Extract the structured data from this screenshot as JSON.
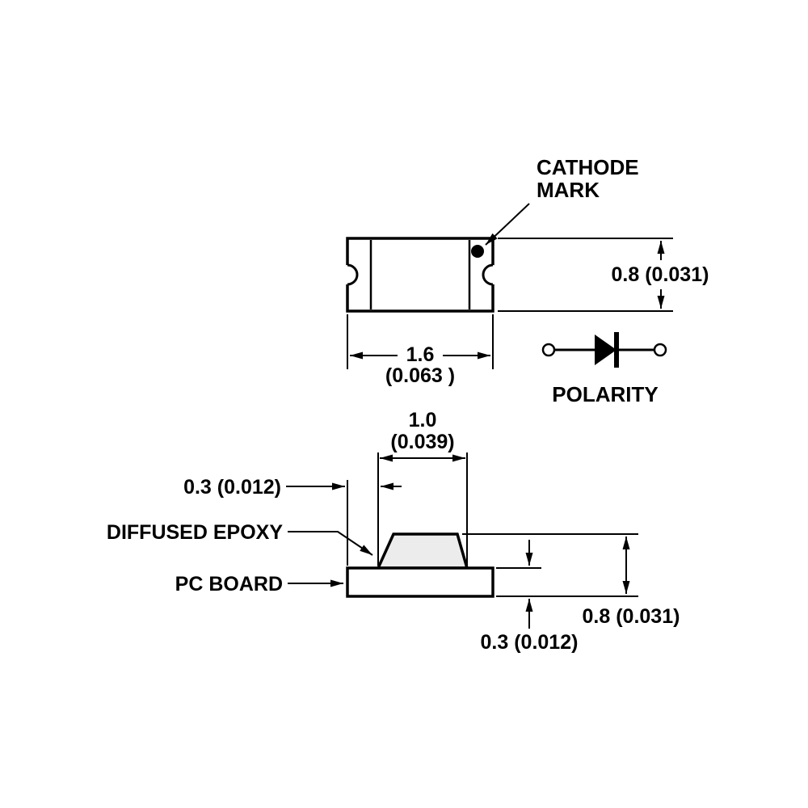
{
  "meta": {
    "background_color": "#ffffff",
    "line_color": "#000000",
    "epoxy_fill_color": "#ececec",
    "description": "Mechanical outline drawing of a surface-mount chip LED with top view, side view, dimensions and polarity symbol"
  },
  "top_view": {
    "cathode_label_line1": "CATHODE",
    "cathode_label_line2": "MARK",
    "height_dim": "0.8 (0.031)",
    "width_dim_mm": "1.6",
    "width_dim_inch": "(0.063 )"
  },
  "polarity": {
    "label": "POLARITY"
  },
  "side_view": {
    "epoxy_width_mm": "1.0",
    "epoxy_width_inch": "(0.039)",
    "epoxy_offset_dim": "0.3 (0.012)",
    "epoxy_label": "DIFFUSED EPOXY",
    "board_label": "PC BOARD",
    "height_dim": "0.8 (0.031)",
    "board_thickness_dim": "0.3 (0.012)"
  }
}
